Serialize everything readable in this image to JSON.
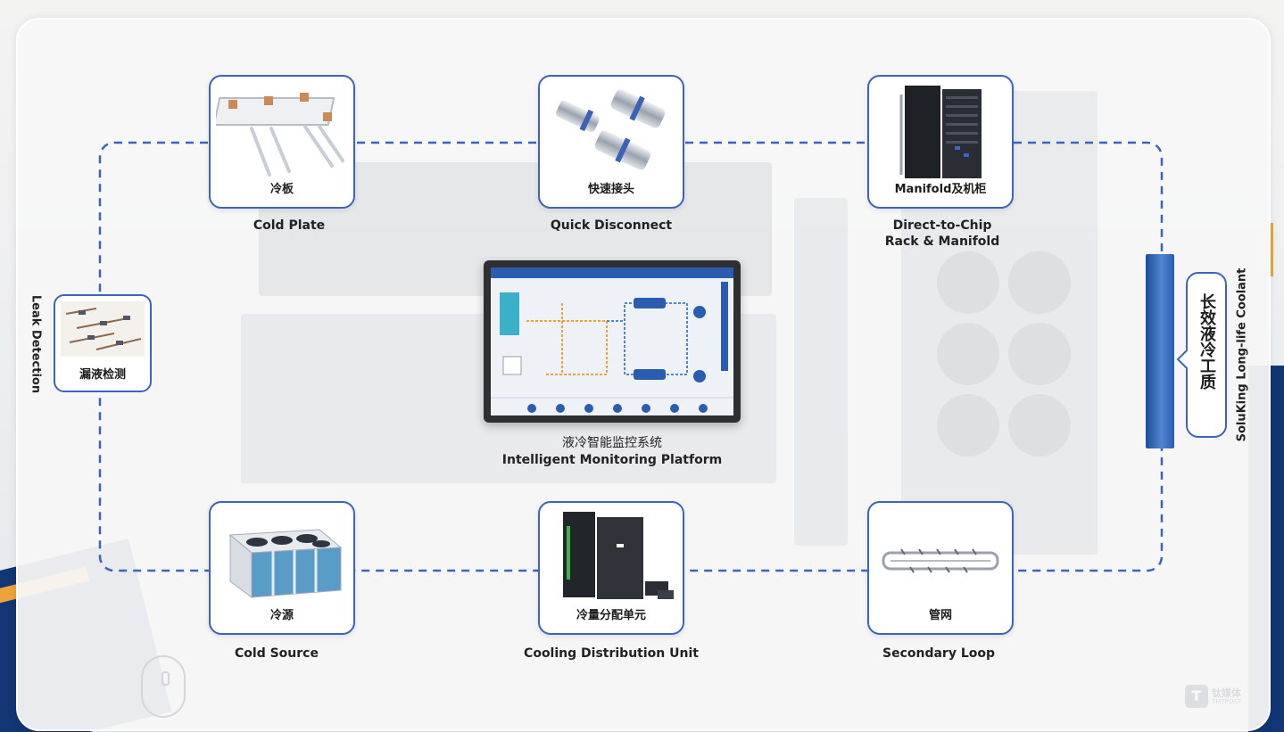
{
  "colors": {
    "accent_blue": "#3f63b8",
    "loop_dash": "#3f63b8",
    "brand_navy": "#123574",
    "brand_orange": "#f0a23a",
    "card_bg": "#ffffff"
  },
  "components": [
    {
      "id": "cold-plate",
      "cn": "冷板",
      "en": "Cold Plate",
      "icon": "cold-plate-icon"
    },
    {
      "id": "quick-disconnect",
      "cn": "快速接头",
      "en": "Quick Disconnect",
      "icon": "quick-disconnect-icon"
    },
    {
      "id": "rack-manifold",
      "cn": "Manifold及机柜",
      "en": "Direct-to-Chip\nRack & Manifold",
      "icon": "rack-icon"
    },
    {
      "id": "cold-source",
      "cn": "冷源",
      "en": "Cold Source",
      "icon": "dry-cooler-icon"
    },
    {
      "id": "cdu",
      "cn": "冷量分配单元",
      "en": "Cooling Distribution Unit",
      "icon": "cdu-cabinet-icon"
    },
    {
      "id": "secondary-loop",
      "cn": "管网",
      "en": "Secondary Loop",
      "icon": "pipe-network-icon"
    }
  ],
  "leak": {
    "cn": "漏液检测",
    "en": "Leak Detection"
  },
  "coolant": {
    "cn": "长效液冷工质",
    "en": "SoluKing Long-life Coolant"
  },
  "platform": {
    "cn": "液冷智能监控系统",
    "en": "Intelligent Monitoring Platform"
  },
  "brand": {
    "mark": "T",
    "name": "钛媒体",
    "sub": "TMTPOST"
  }
}
